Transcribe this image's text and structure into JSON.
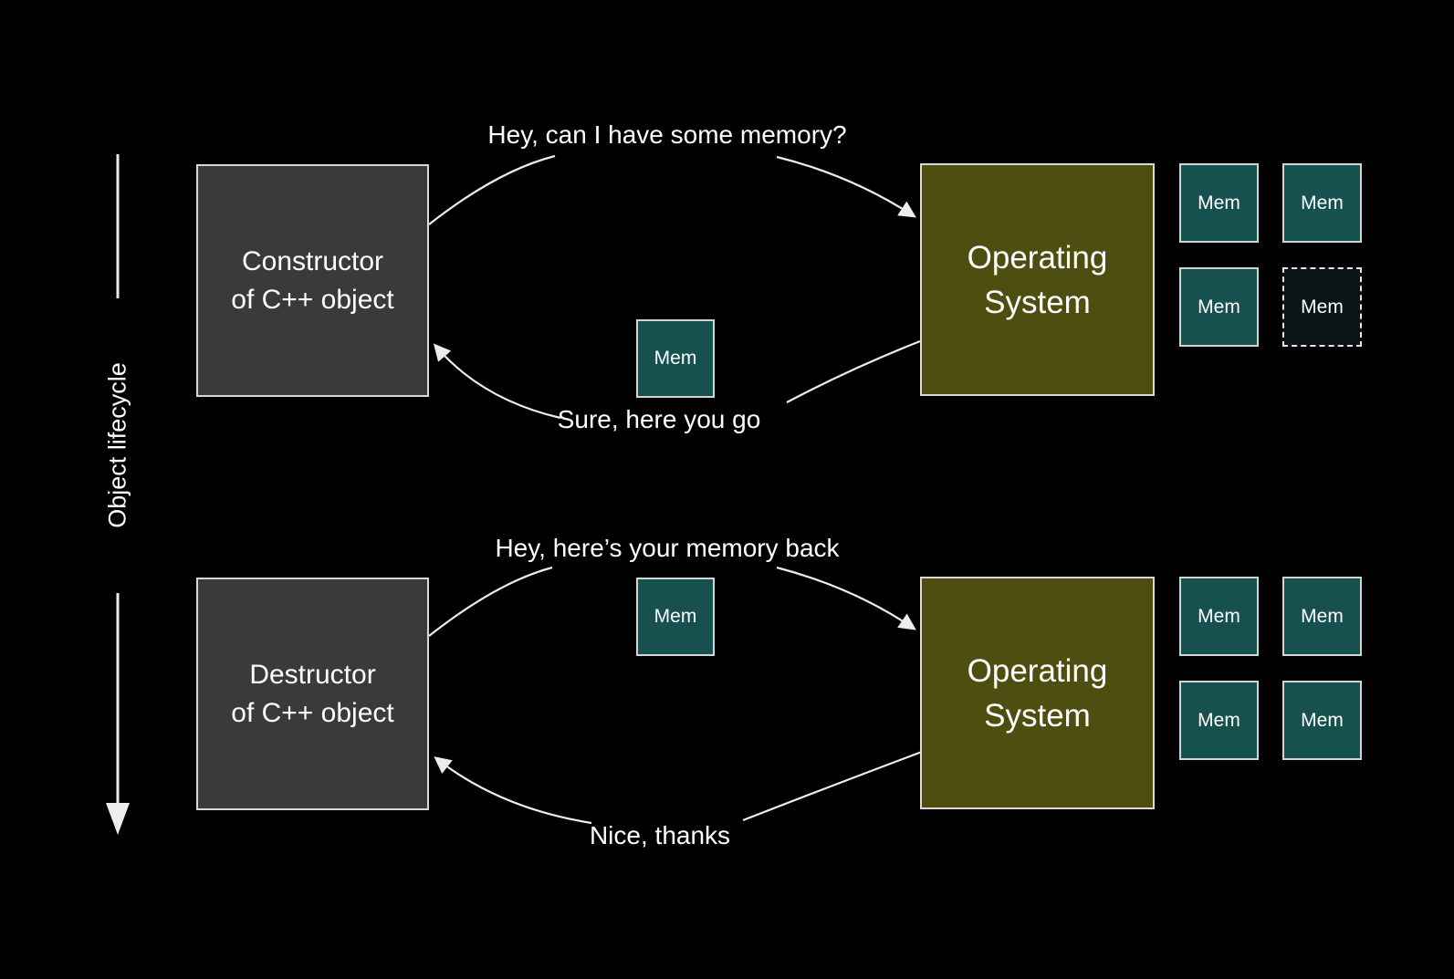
{
  "colors": {
    "background": "#000000",
    "actor-box": "#3a3a3a",
    "os-box": "#4f4e11",
    "mem-box": "#16504f",
    "mem-box-freed": "#0a1414",
    "box-border": "#d9d9d9",
    "line": "#ededed",
    "text": "#ffffff"
  },
  "lifecycle": {
    "label": "Object lifecycle"
  },
  "sections": {
    "construction": {
      "actor_line1": "Constructor",
      "actor_line2": "of C++ object",
      "os_line1": "Operating",
      "os_line2": "System",
      "request_label": "Hey, can I have some memory?",
      "response_label": "Sure, here you go",
      "transfer_mem_label": "Mem",
      "mem_grid": [
        {
          "label": "Mem",
          "state": "owned"
        },
        {
          "label": "Mem",
          "state": "owned"
        },
        {
          "label": "Mem",
          "state": "owned"
        },
        {
          "label": "Mem",
          "state": "lent-out"
        }
      ]
    },
    "destruction": {
      "actor_line1": "Destructor",
      "actor_line2": "of C++ object",
      "os_line1": "Operating",
      "os_line2": "System",
      "request_label": "Hey, here’s your memory back",
      "response_label": "Nice, thanks",
      "transfer_mem_label": "Mem",
      "mem_grid": [
        {
          "label": "Mem",
          "state": "owned"
        },
        {
          "label": "Mem",
          "state": "owned"
        },
        {
          "label": "Mem",
          "state": "owned"
        },
        {
          "label": "Mem",
          "state": "owned"
        }
      ]
    }
  }
}
